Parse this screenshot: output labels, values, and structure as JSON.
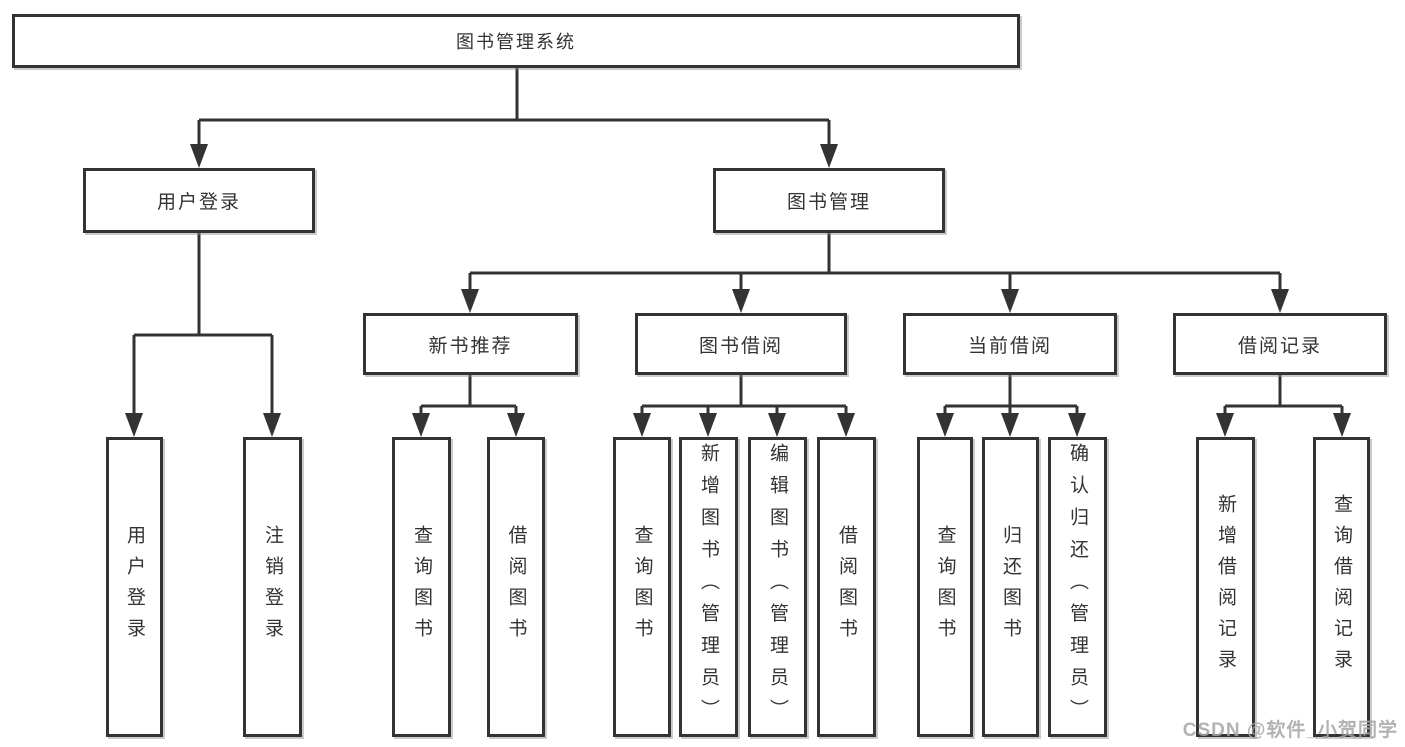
{
  "root": {
    "label": "图书管理系统"
  },
  "level2": {
    "user_login": {
      "label": "用户登录"
    },
    "book_mgmt": {
      "label": "图书管理"
    }
  },
  "level3": {
    "new_book_rec": {
      "label": "新书推荐"
    },
    "book_borrow": {
      "label": "图书借阅"
    },
    "current_borrow": {
      "label": "当前借阅"
    },
    "borrow_record": {
      "label": "借阅记录"
    }
  },
  "leaves": {
    "user_login": {
      "label": "用户登录"
    },
    "logout": {
      "label": "注销登录"
    },
    "rec_query": {
      "label": "查询图书"
    },
    "rec_borrow": {
      "label": "借阅图书"
    },
    "bb_query": {
      "label": "查询图书"
    },
    "bb_add": {
      "label": "新增图书（管理员）"
    },
    "bb_edit": {
      "label": "编辑图书（管理员）"
    },
    "bb_borrow": {
      "label": "借阅图书"
    },
    "cb_query": {
      "label": "查询图书"
    },
    "cb_return": {
      "label": "归还图书"
    },
    "cb_confirm": {
      "label": "确认归还（管理员）"
    },
    "br_add": {
      "label": "新增借阅记录"
    },
    "br_query": {
      "label": "查询借阅记录"
    }
  },
  "watermark": "CSDN @软件_小贺同学",
  "colors": {
    "line": "#333333",
    "box_border": "#333333",
    "text": "#333333",
    "watermark": "#a5a5a5",
    "background": "#ffffff"
  }
}
